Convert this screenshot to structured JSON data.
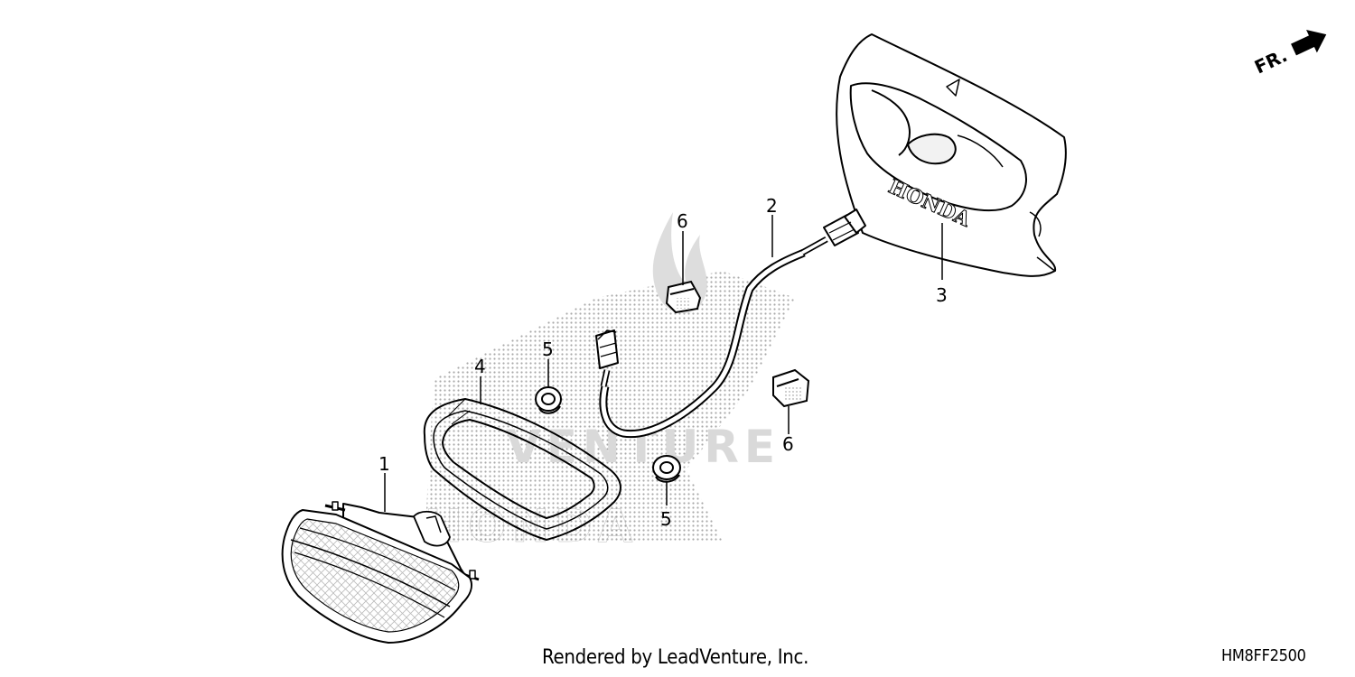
{
  "diagram": {
    "fr_label": "FR.",
    "case_brand": "HONDA",
    "callouts": [
      {
        "id": "1",
        "label": "1"
      },
      {
        "id": "2",
        "label": "2"
      },
      {
        "id": "3",
        "label": "3"
      },
      {
        "id": "4",
        "label": "4"
      },
      {
        "id": "5a",
        "label": "5"
      },
      {
        "id": "5b",
        "label": "5"
      },
      {
        "id": "6a",
        "label": "6"
      },
      {
        "id": "6b",
        "label": "6"
      }
    ]
  },
  "watermark": {
    "venture_text": "VENTURE",
    "brand_text": "HONDA"
  },
  "footer": {
    "credit": "Rendered by LeadVenture, Inc.",
    "diagram_code": "HM8FF2500"
  },
  "colors": {
    "line": "#000000",
    "watermark": "#d9d9d9",
    "dots": "#9a9a9a"
  }
}
